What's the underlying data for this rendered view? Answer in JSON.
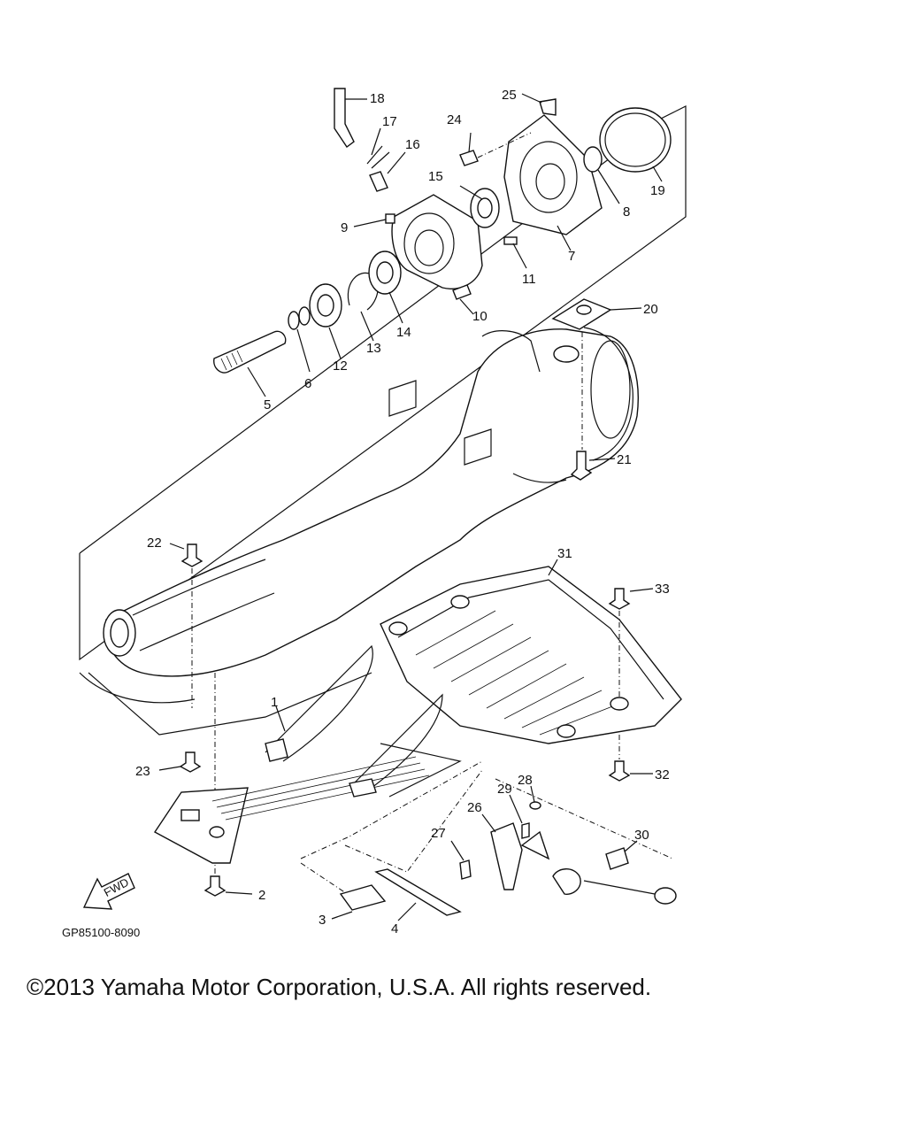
{
  "diagram": {
    "callouts": [
      "1",
      "2",
      "3",
      "4",
      "5",
      "6",
      "7",
      "8",
      "9",
      "10",
      "11",
      "12",
      "13",
      "14",
      "15",
      "16",
      "17",
      "18",
      "19",
      "20",
      "21",
      "22",
      "23",
      "24",
      "25",
      "26",
      "27",
      "28",
      "29",
      "30",
      "31",
      "32",
      "33"
    ],
    "fwd_label": "FWD",
    "drawing_code": "GP85100-8090"
  },
  "footer": {
    "copyright": "©2013 Yamaha Motor Corporation, U.S.A. All rights reserved."
  }
}
